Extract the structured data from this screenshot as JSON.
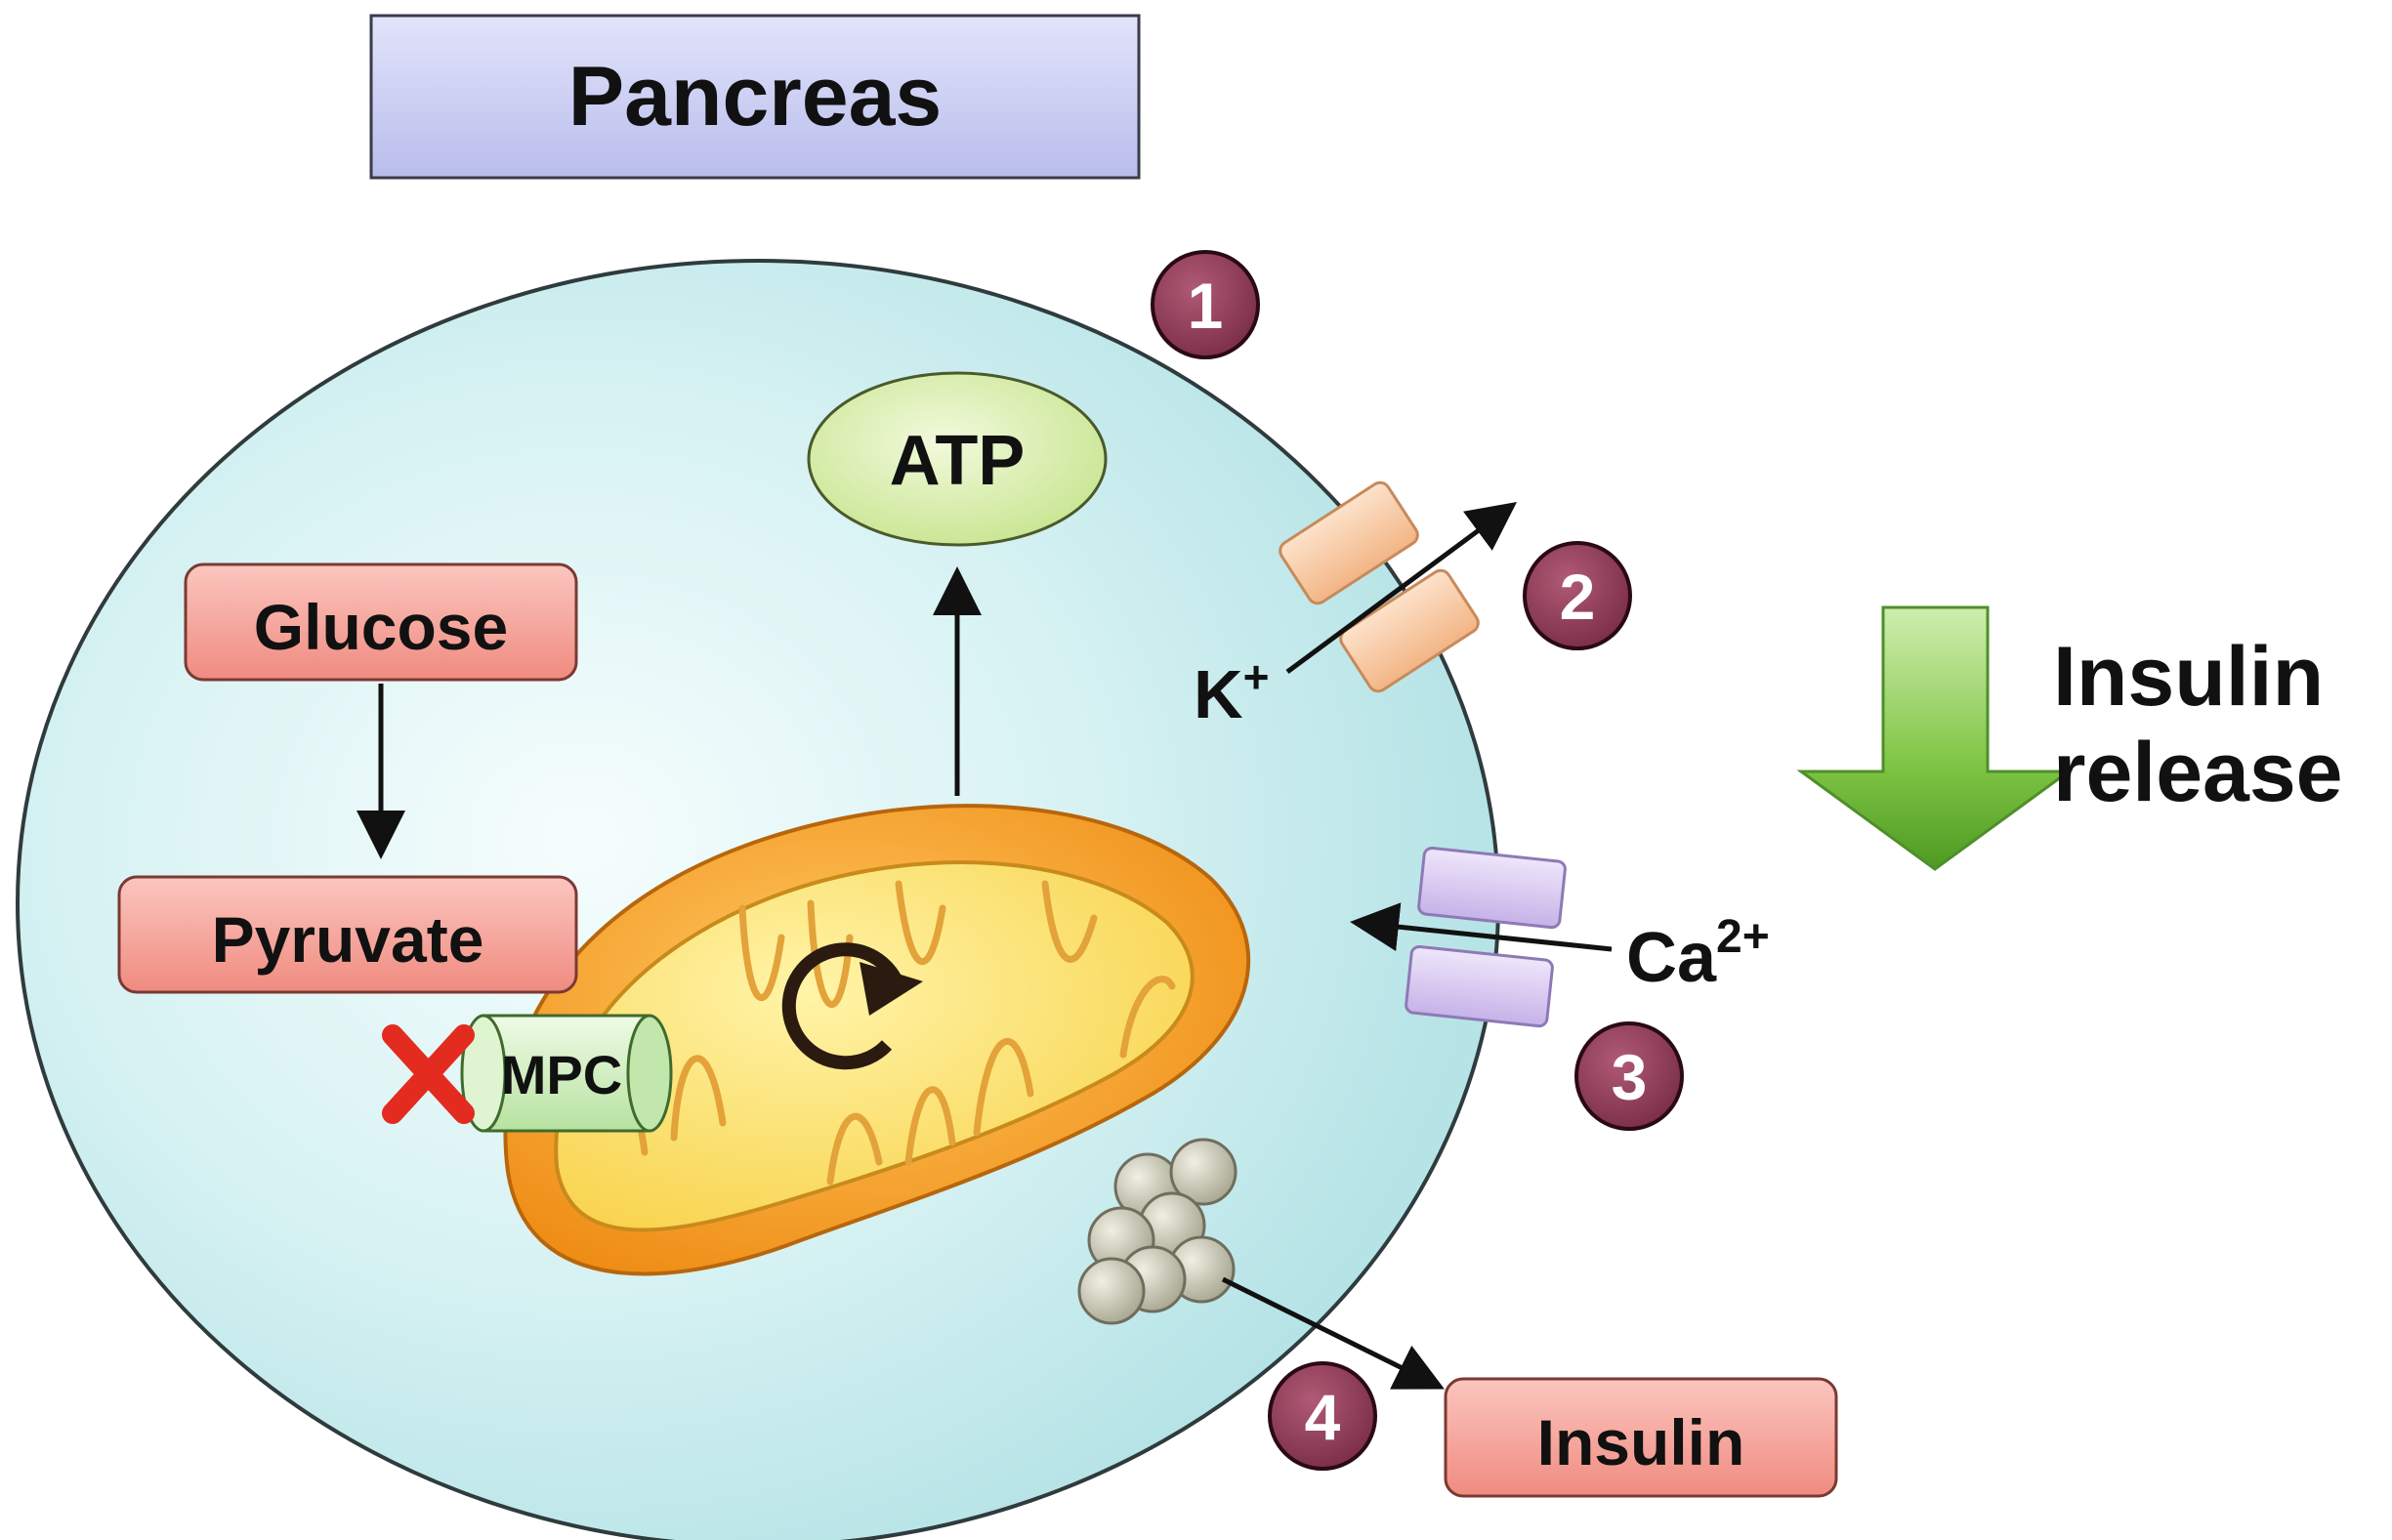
{
  "title": "Pancreas",
  "labels": {
    "glucose": "Glucose",
    "pyruvate": "Pyruvate",
    "mpc": "MPC",
    "atp": "ATP",
    "potassium_base": "K",
    "potassium_charge": "+",
    "calcium_base": "Ca",
    "calcium_charge": "2+",
    "insulin": "Insulin",
    "insulin_release_line1": "Insulin",
    "insulin_release_line2": "release"
  },
  "steps": [
    "1",
    "2",
    "3",
    "4"
  ],
  "colors": {
    "cell_fill": "#c6eef0",
    "cell_center": "#f4fdfd",
    "cell_stroke": "#2f3b3d",
    "title_box": "#c9cdf2",
    "red_box": "#f7a39a",
    "atp_fill": "#d9eeaa",
    "mito_outer": "#f39a1e",
    "mito_inner": "#fbe068",
    "mpc_fill": "#cfeebf",
    "step_circle": "#8a3a54",
    "k_channel": "#f6c9a4",
    "ca_channel": "#d8c8f0",
    "granule": "#c8c7b3",
    "green_arrow": "#7dc242",
    "x_mark": "#e32b20"
  },
  "icons": [
    "cycle-arrow-icon",
    "blocked-x-icon",
    "insulin-release-arrow-icon"
  ]
}
